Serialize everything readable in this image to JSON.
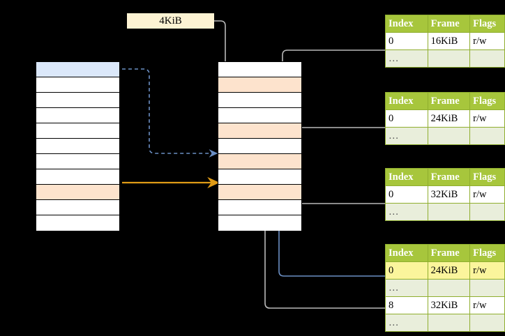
{
  "diagram": {
    "title_label": "4KiB",
    "colors": {
      "table_header_bg": "#a7c63c",
      "table_dots_bg": "#e9eedb",
      "highlight_cell_bg": "#fbf59c",
      "label_bg": "#fdf3d3",
      "cell_blue": "#dbe8fa",
      "cell_peach": "#fde3cd",
      "wire_gray": "#b9b9b9",
      "wire_blue": "#6b8fc4",
      "wire_orange": "#e09b16"
    }
  },
  "left_column": {
    "name": "virtual-address-space",
    "cells": [
      {
        "fill": "blue"
      },
      {
        "fill": "white"
      },
      {
        "fill": "white"
      },
      {
        "fill": "white"
      },
      {
        "fill": "white"
      },
      {
        "fill": "white"
      },
      {
        "fill": "white"
      },
      {
        "fill": "white"
      },
      {
        "fill": "peach"
      },
      {
        "fill": "white"
      },
      {
        "fill": "white"
      }
    ]
  },
  "middle_column": {
    "name": "physical-memory",
    "cells": [
      {
        "fill": "white"
      },
      {
        "fill": "peach"
      },
      {
        "fill": "white"
      },
      {
        "fill": "white"
      },
      {
        "fill": "peach"
      },
      {
        "fill": "white"
      },
      {
        "fill": "peach"
      },
      {
        "fill": "white"
      },
      {
        "fill": "peach"
      },
      {
        "fill": "white"
      },
      {
        "fill": "white"
      }
    ]
  },
  "page_tables": [
    {
      "name": "page-table-level-1",
      "headers": [
        "Index",
        "Frame",
        "Flags"
      ],
      "rows": [
        {
          "cells": [
            "0",
            "16KiB",
            "r/w"
          ],
          "kind": "data",
          "highlight": [
            false,
            false,
            false
          ]
        },
        {
          "cells": [
            "…",
            "",
            ""
          ],
          "kind": "dots",
          "highlight": [
            false,
            false,
            false
          ]
        }
      ]
    },
    {
      "name": "page-table-level-2",
      "headers": [
        "Index",
        "Frame",
        "Flags"
      ],
      "rows": [
        {
          "cells": [
            "0",
            "24KiB",
            "r/w"
          ],
          "kind": "data",
          "highlight": [
            false,
            false,
            false
          ]
        },
        {
          "cells": [
            "…",
            "",
            ""
          ],
          "kind": "dots",
          "highlight": [
            false,
            false,
            false
          ]
        }
      ]
    },
    {
      "name": "page-table-level-3",
      "headers": [
        "Index",
        "Frame",
        "Flags"
      ],
      "rows": [
        {
          "cells": [
            "0",
            "32KiB",
            "r/w"
          ],
          "kind": "data",
          "highlight": [
            false,
            false,
            false
          ]
        },
        {
          "cells": [
            "…",
            "",
            ""
          ],
          "kind": "dots",
          "highlight": [
            false,
            false,
            false
          ]
        }
      ]
    },
    {
      "name": "page-table-level-4",
      "headers": [
        "Index",
        "Frame",
        "Flags"
      ],
      "rows": [
        {
          "cells": [
            "0",
            "24KiB",
            "r/w"
          ],
          "kind": "data",
          "highlight": [
            true,
            true,
            true
          ]
        },
        {
          "cells": [
            "…",
            "",
            ""
          ],
          "kind": "dots",
          "highlight": [
            false,
            false,
            false
          ]
        },
        {
          "cells": [
            "8",
            "32KiB",
            "r/w"
          ],
          "kind": "data",
          "highlight": [
            false,
            false,
            false
          ]
        },
        {
          "cells": [
            "…",
            "",
            ""
          ],
          "kind": "dots",
          "highlight": [
            false,
            false,
            false
          ]
        }
      ]
    }
  ]
}
